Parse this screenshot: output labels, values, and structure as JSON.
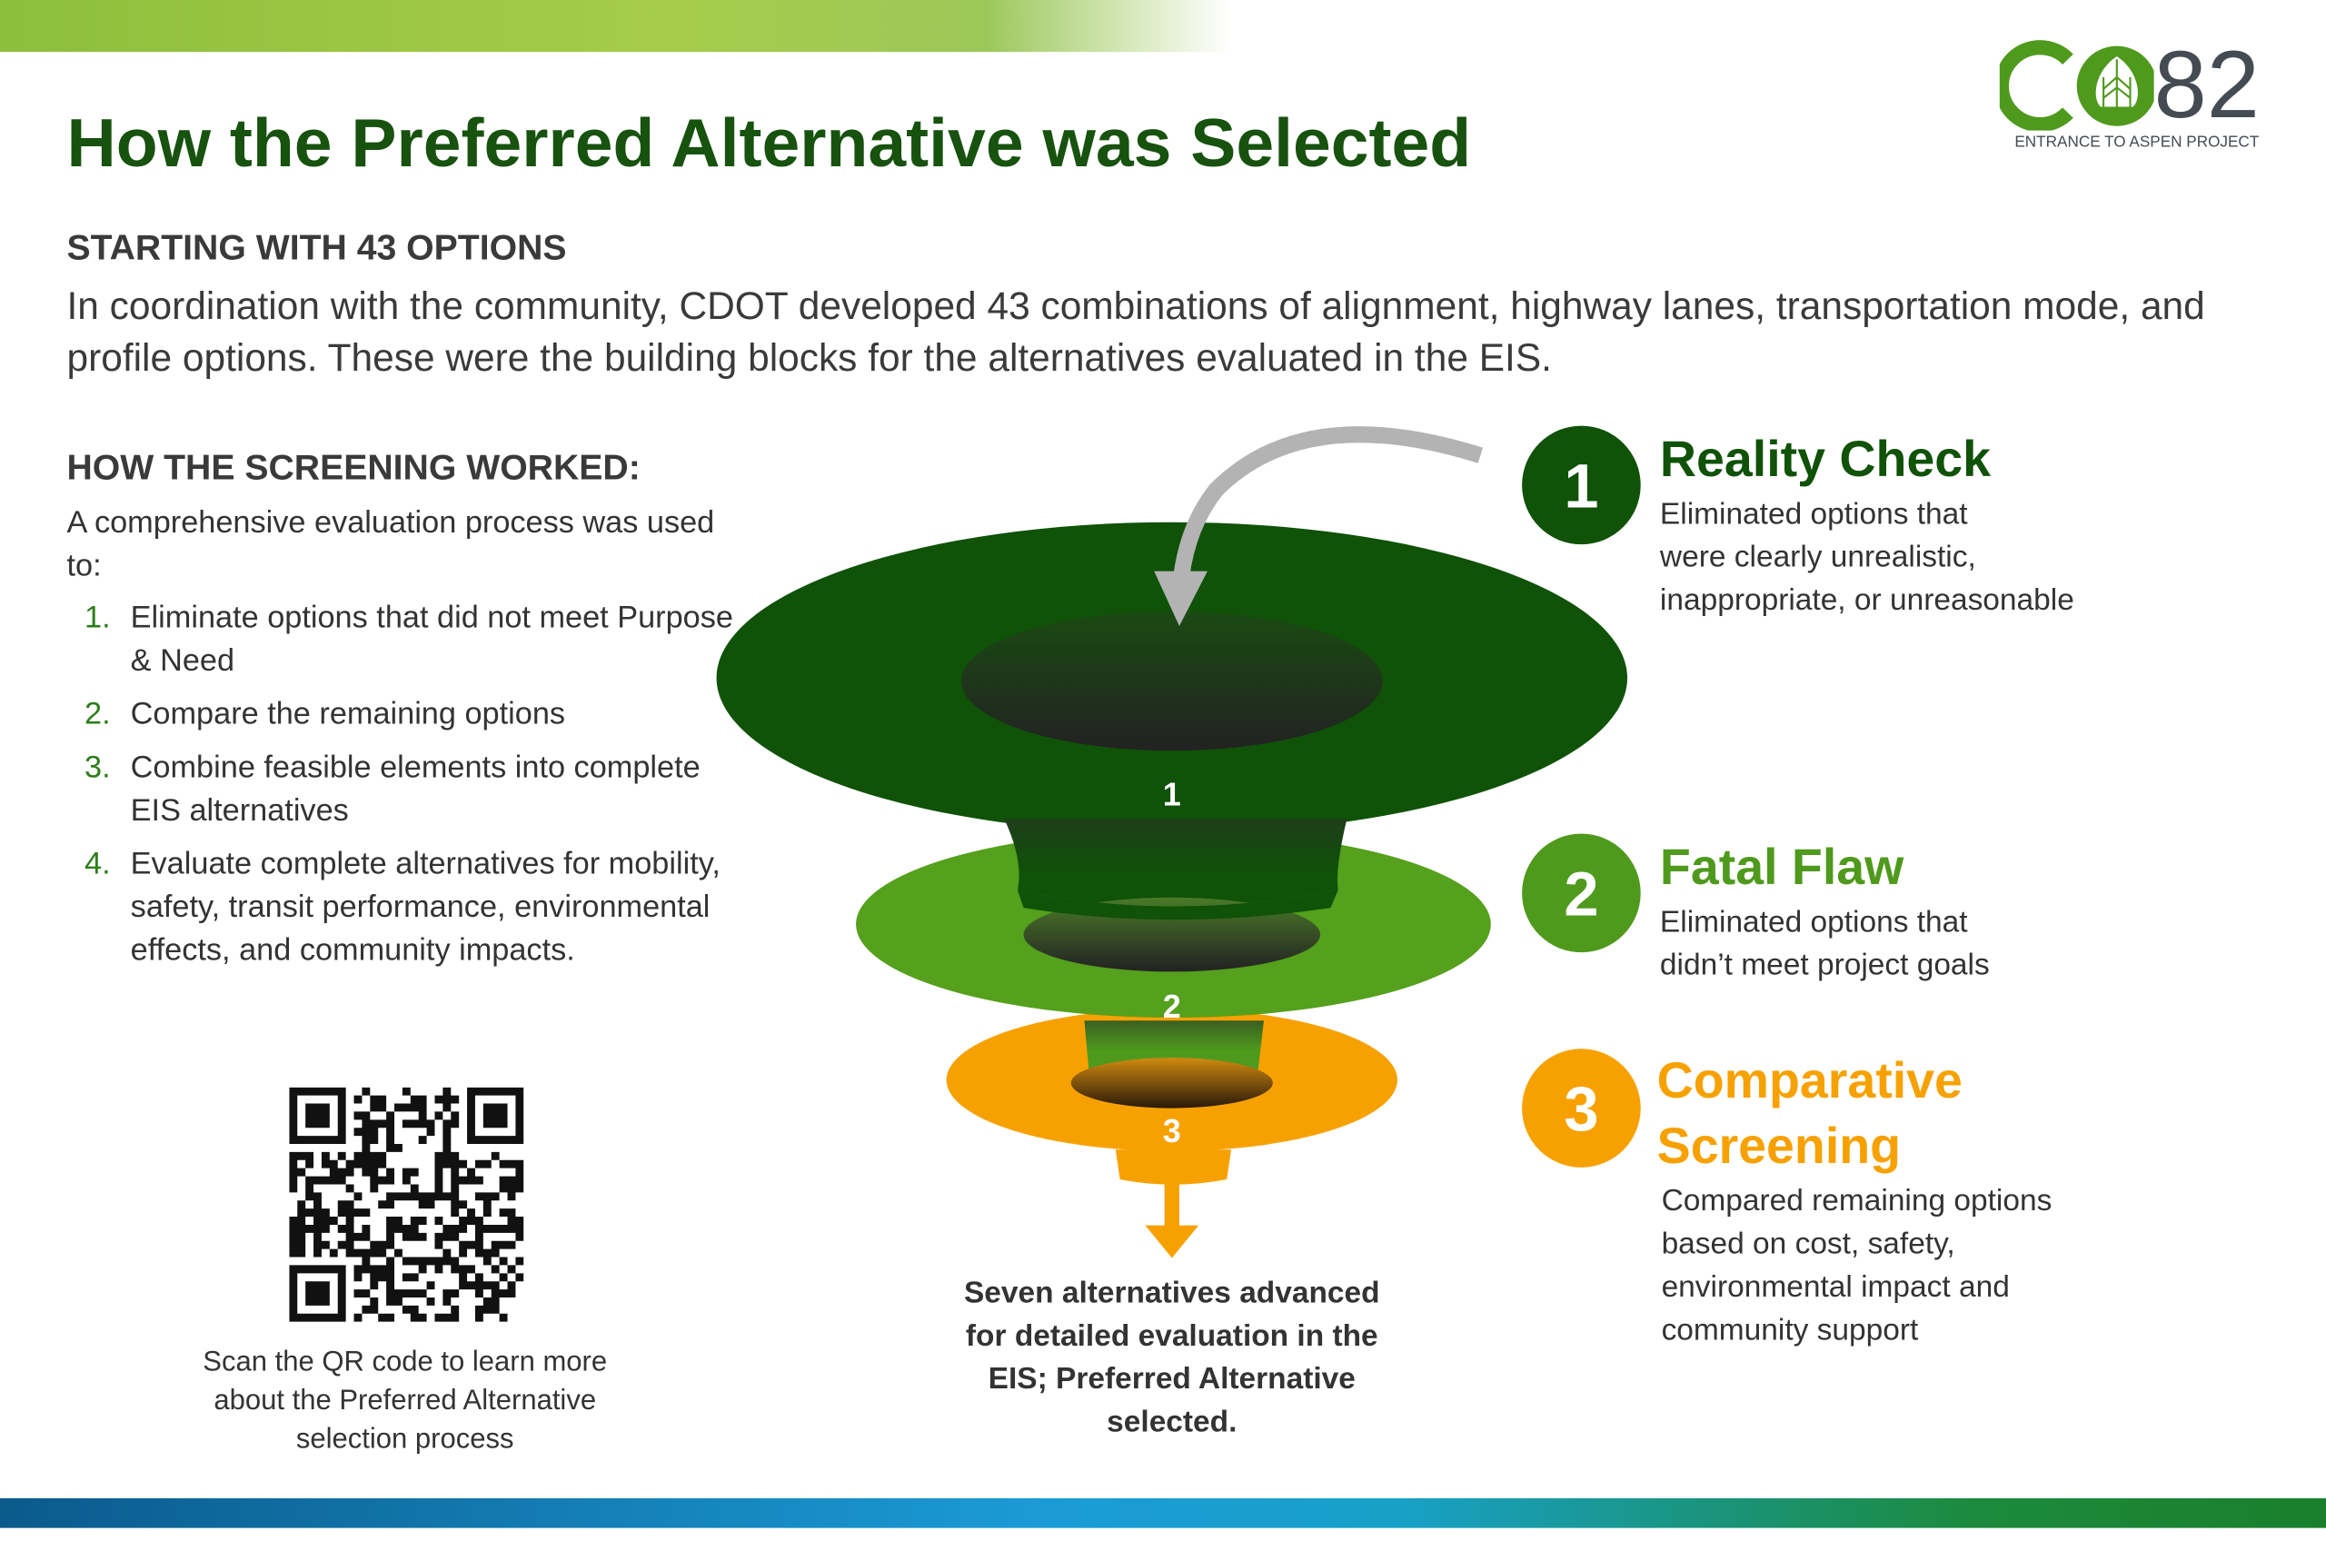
{
  "title": "How the Preferred Alternative was Selected",
  "logo": {
    "text_co": "CO",
    "text_82": "82",
    "subtitle": "ENTRANCE TO ASPEN PROJECT"
  },
  "starting": {
    "heading": "STARTING WITH 43 OPTIONS",
    "body": "In coordination with the community, CDOT developed 43 combinations of alignment, highway lanes, transportation mode, and profile options. These were the building blocks for the alternatives evaluated in the EIS."
  },
  "screening": {
    "heading": "HOW THE SCREENING WORKED:",
    "intro": "A comprehensive evaluation process was used to:",
    "items": [
      {
        "num": "1.",
        "text": "Eliminate options that did not meet Purpose & Need"
      },
      {
        "num": "2.",
        "text": "Compare the remaining options"
      },
      {
        "num": "3.",
        "text": "Combine feasible elements into complete EIS alternatives"
      },
      {
        "num": "4.",
        "text": "Evaluate complete alternatives for mobility, safety, transit performance, environmental effects, and community impacts."
      }
    ]
  },
  "qr": {
    "caption": "Scan the QR code to learn more about the Preferred Alternative selection process"
  },
  "funnel": {
    "labels": [
      "1",
      "2",
      "3"
    ],
    "result": "Seven alternatives advanced for detailed evaluation in the EIS; Preferred Alternative selected."
  },
  "steps": [
    {
      "num": "1",
      "title": "Reality Check",
      "desc_lines": [
        "Eliminated options that",
        "were clearly unrealistic,",
        "inappropriate, or unreasonable"
      ],
      "color": "#0f5208"
    },
    {
      "num": "2",
      "title": "Fatal Flaw",
      "desc_lines": [
        "Eliminated options that",
        "didn’t meet project goals"
      ],
      "color": "#4f9a1d"
    },
    {
      "num": "3",
      "title_lines": [
        "Comparative",
        "Screening"
      ],
      "desc_lines": [
        "Compared remaining options",
        "based on cost, safety,",
        "environmental impact and",
        "community support"
      ],
      "color": "#f7a100"
    }
  ],
  "colors": {
    "dark_green": "#0f5208",
    "mid_green": "#4f9a1d",
    "orange": "#f7a100",
    "title": "#17520f"
  }
}
